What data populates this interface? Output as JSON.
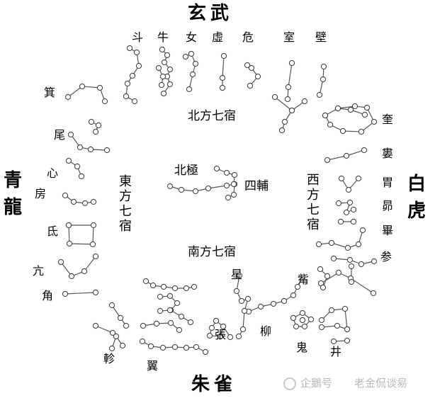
{
  "directions": {
    "north": "玄武",
    "south": "朱雀",
    "east": [
      "青",
      "龍"
    ],
    "west": [
      "白",
      "虎"
    ]
  },
  "group_labels": {
    "north": "北方七宿",
    "south": "南方七宿",
    "east": [
      "東",
      "方",
      "七",
      "宿"
    ],
    "west": [
      "西",
      "方",
      "七",
      "宿"
    ]
  },
  "center": {
    "pole": "北極",
    "assistant": "四輔"
  },
  "mansions": {
    "north": [
      "斗",
      "牛",
      "女",
      "虛",
      "危",
      "室",
      "壁"
    ],
    "east": [
      "角",
      "亢",
      "氐",
      "房",
      "心",
      "尾",
      "箕"
    ],
    "west": [
      "奎",
      "婁",
      "胃",
      "昴",
      "畢",
      "觜",
      "参"
    ],
    "south": [
      "井",
      "鬼",
      "柳",
      "星",
      "張",
      "翼",
      "軫"
    ]
  },
  "watermark": {
    "brand": "企鵝号",
    "author": "老金侃谈易"
  },
  "colors": {
    "line": "#555555",
    "star_fill": "#ffffff",
    "star_stroke": "#444444",
    "text": "#000000",
    "watermark": "#b8b8b8"
  }
}
